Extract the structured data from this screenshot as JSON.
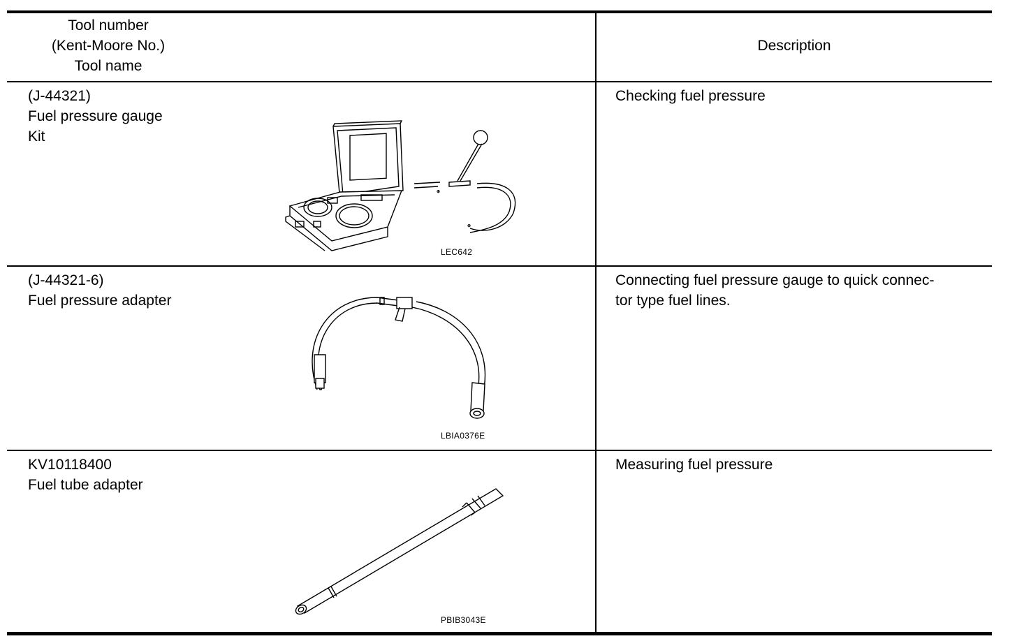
{
  "header": {
    "col1_line1": "Tool number",
    "col1_line2": "(Kent-Moore No.)",
    "col1_line3": "Tool name",
    "col2": "Description"
  },
  "rows": [
    {
      "tool_number": "(J-44321)",
      "name_line1": "Fuel pressure gauge",
      "name_line2": "Kit",
      "figure_code": "LEC642",
      "description_line1": "Checking fuel pressure"
    },
    {
      "tool_number": "(J-44321-6)",
      "name_line1": "Fuel pressure adapter",
      "figure_code": "LBIA0376E",
      "description_line1": "Connecting fuel pressure gauge to quick connec-",
      "description_line2": "tor type fuel lines."
    },
    {
      "tool_number": "KV10118400",
      "name_line1": "Fuel tube adapter",
      "figure_code": "PBIB3043E",
      "description_line1": "Measuring fuel pressure"
    }
  ],
  "icons": [
    "gauge-kit-case-illustration",
    "fuel-pressure-adapter-hose-illustration",
    "fuel-tube-adapter-illustration"
  ]
}
